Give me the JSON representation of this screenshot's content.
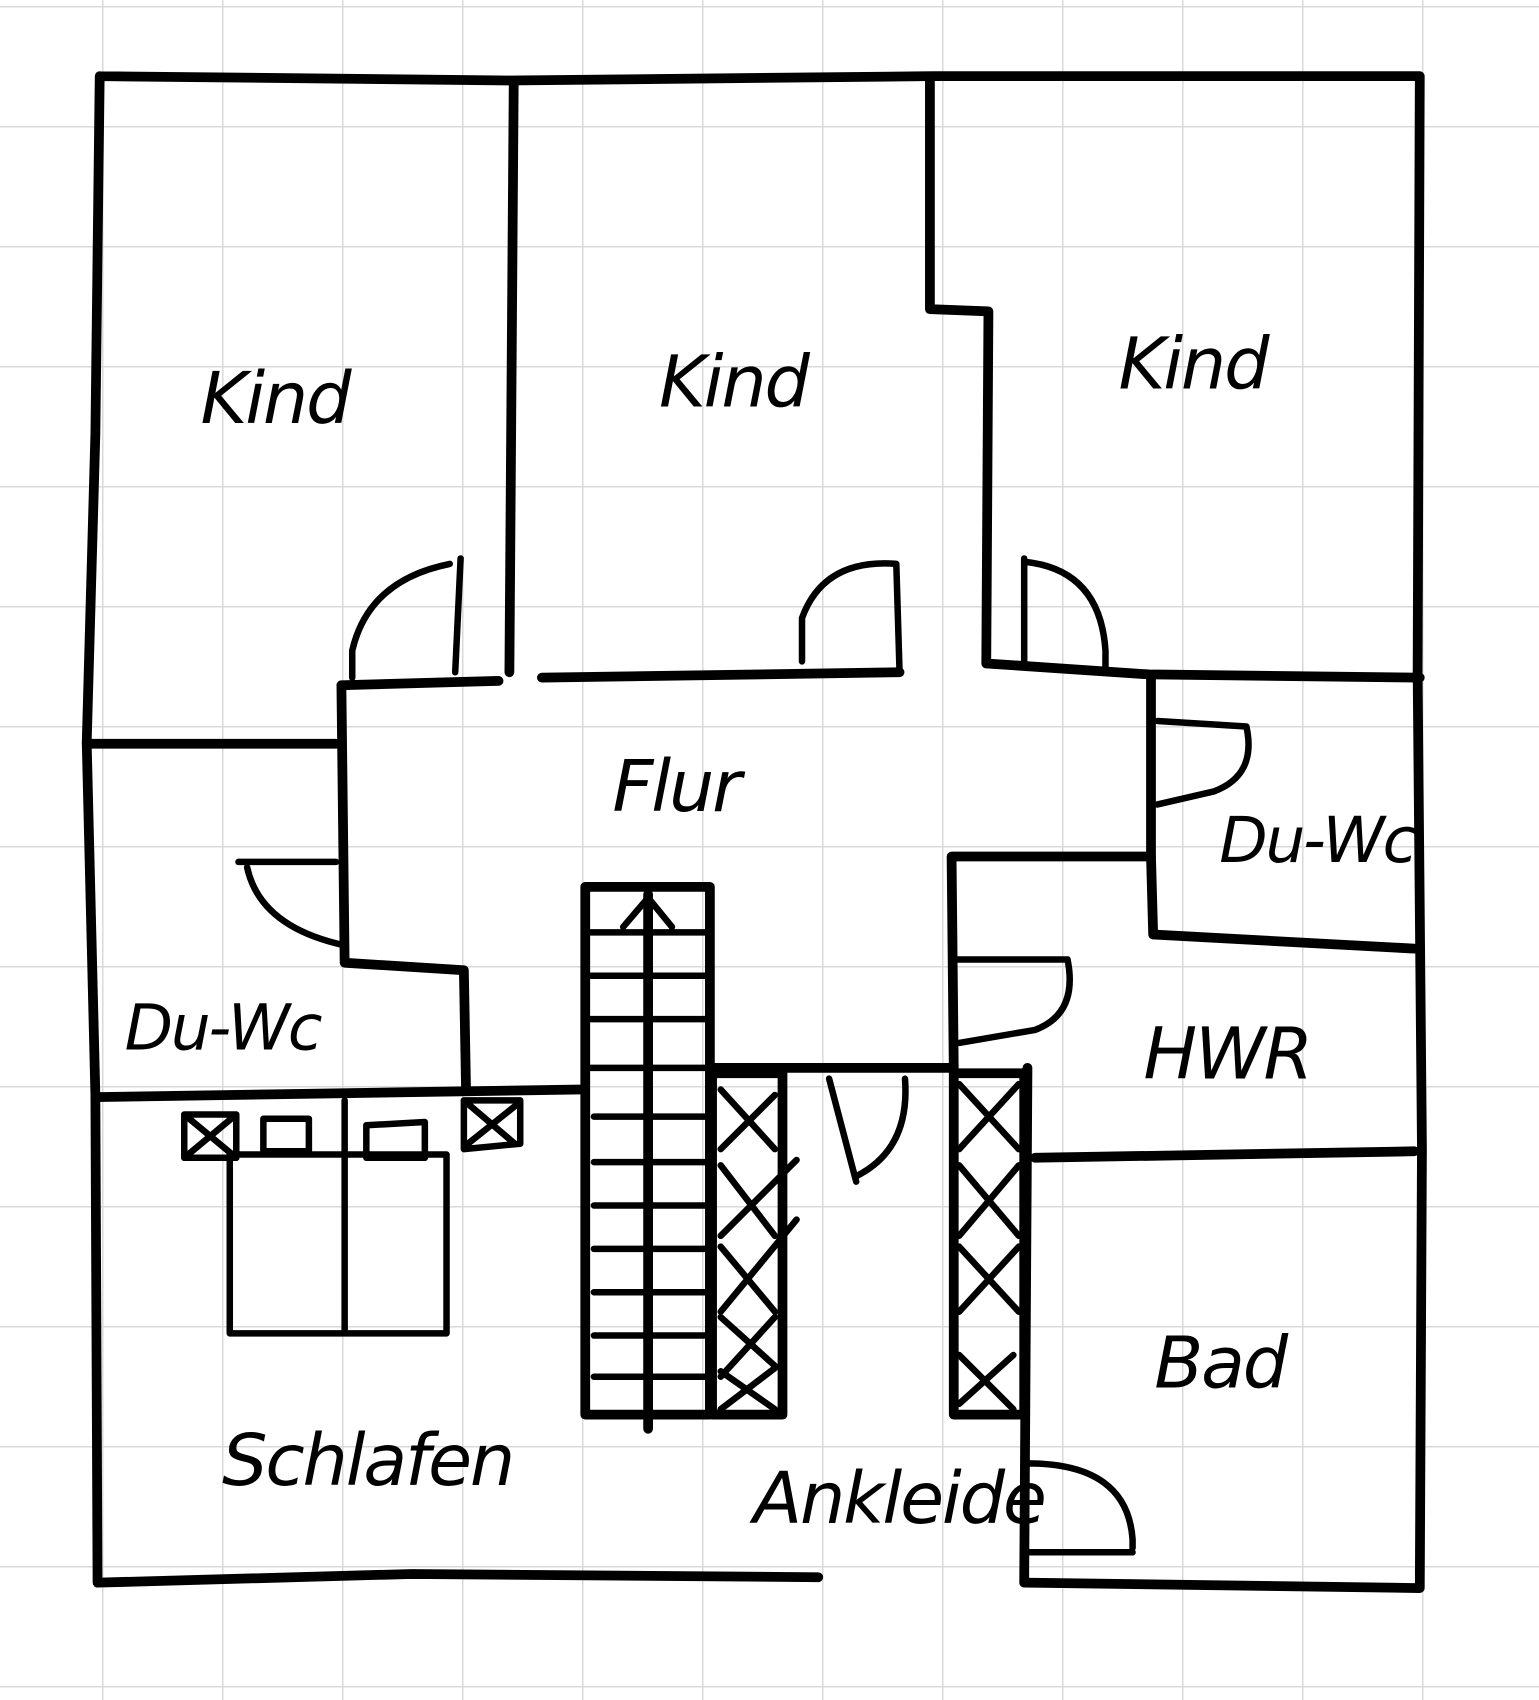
{
  "title": "Hand-drawn floor plan (upper floor)",
  "colors": {
    "grid": "#d9d9d9",
    "ink": "#000000",
    "paper": "#ffffff"
  },
  "rooms": {
    "kind_1": "Kind",
    "kind_2": "Kind",
    "kind_3": "Kind",
    "flur": "Flur",
    "du_wc_right": "Du-Wc",
    "du_wc_left": "Du-Wc",
    "hwr": "HWR",
    "bad": "Bad",
    "schlafen": "Schlafen",
    "ankleide": "Ankleide"
  }
}
